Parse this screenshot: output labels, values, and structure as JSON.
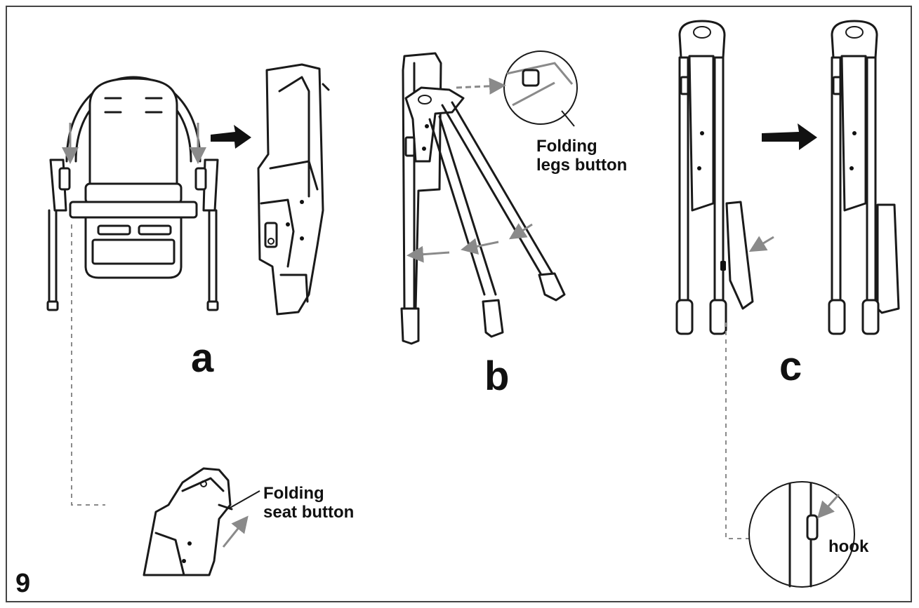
{
  "figure_number": "9",
  "steps": {
    "a": "a",
    "b": "b",
    "c": "c"
  },
  "callouts": {
    "folding_legs_button": [
      "Folding",
      "legs button"
    ],
    "folding_seat_button": [
      "Folding",
      "seat button"
    ],
    "hook": "hook"
  },
  "colors": {
    "ink": "#1a1a1a",
    "arrow_grey": "#8a8a8a",
    "background": "#ffffff",
    "frame": "#444444"
  }
}
